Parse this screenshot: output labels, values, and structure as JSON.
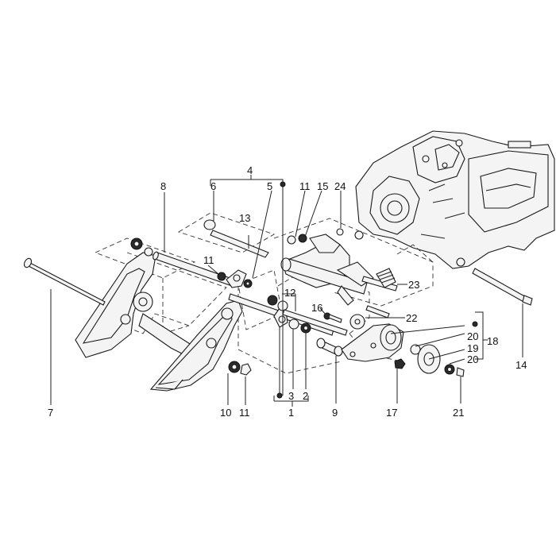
{
  "diagram": {
    "callouts": {
      "c1": "1",
      "c2": "2",
      "c3": "3",
      "c4": "4",
      "c5": "5",
      "c6": "6",
      "c7": "7",
      "c8": "8",
      "c9": "9",
      "c10": "10",
      "c11a": "11",
      "c11b": "11",
      "c11c": "11",
      "c12": "12",
      "c13": "13",
      "c14": "14",
      "c15": "15",
      "c16": "16",
      "c17": "17",
      "c18": "18",
      "c19": "19",
      "c20a": "20",
      "c20b": "20",
      "c21": "21",
      "c22": "22",
      "c23": "23",
      "c24": "24"
    }
  }
}
